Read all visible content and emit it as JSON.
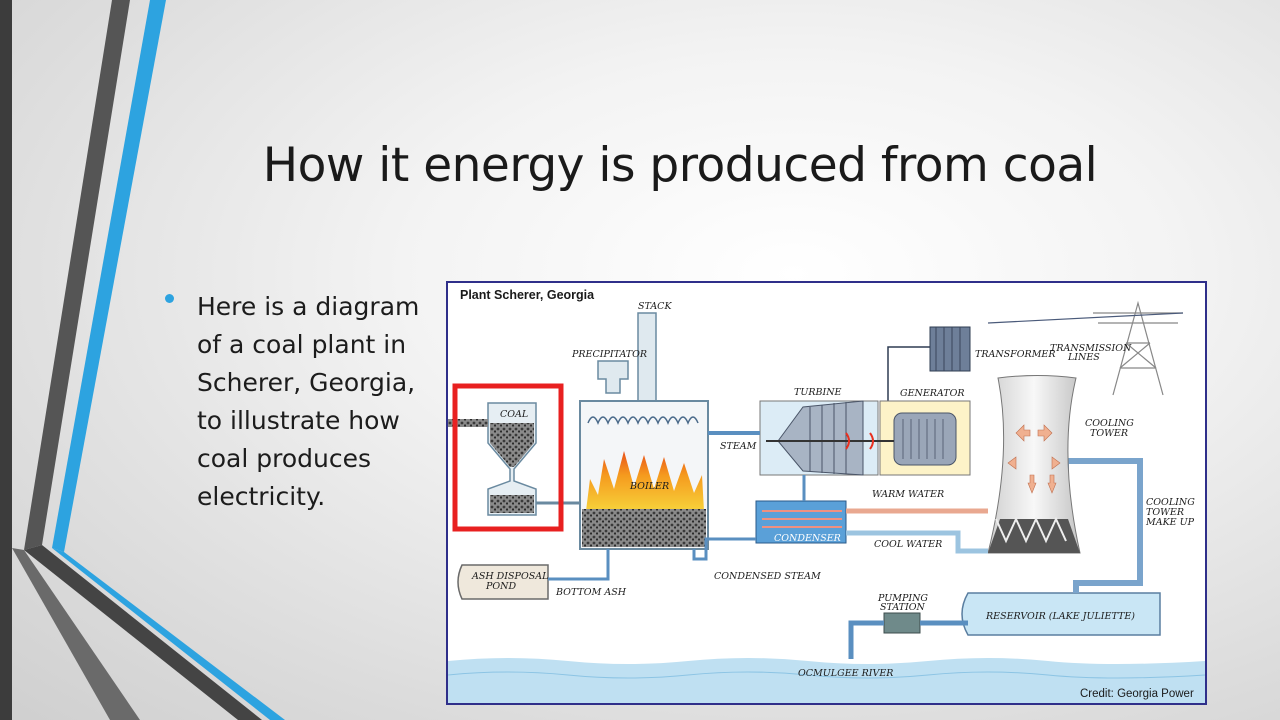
{
  "slide": {
    "title": "How it energy is produced from coal",
    "bullet": "Here is a diagram of a coal plant in Scherer, Georgia, to illustrate how coal produces electricity."
  },
  "diagram": {
    "plant_title": "Plant Scherer, Georgia",
    "credit": "Credit: Georgia Power",
    "labels": {
      "stack": "STACK",
      "precipitator": "PRECIPITATOR",
      "coal": "COAL",
      "boiler": "BOILER",
      "steam": "STEAM",
      "turbine": "TURBINE",
      "generator": "GENERATOR",
      "transformer": "TRANSFORMER",
      "transmission_1": "TRANSMISSION",
      "transmission_2": "LINES",
      "cooling_tower_1": "COOLING",
      "cooling_tower_2": "TOWER",
      "warm_water": "WARM WATER",
      "cool_water": "COOL WATER",
      "condenser": "CONDENSER",
      "condensed_steam": "CONDENSED STEAM",
      "ash_pond_1": "ASH DISPOSAL",
      "ash_pond_2": "POND",
      "bottom_ash": "BOTTOM ASH",
      "makeup_1": "COOLING",
      "makeup_2": "TOWER",
      "makeup_3": "MAKE UP",
      "pumping_1": "PUMPING",
      "pumping_2": "STATION",
      "reservoir": "RESERVOIR (LAKE JULIETTE)",
      "river": "OCMULGEE RIVER"
    }
  },
  "colors": {
    "accent_blue": "#2da3e0",
    "deco_gray": "#4a4a4a",
    "highlight_red": "#e82020",
    "pipe_blue": "#5a8fc0",
    "water_blue": "#bfe0f2"
  }
}
